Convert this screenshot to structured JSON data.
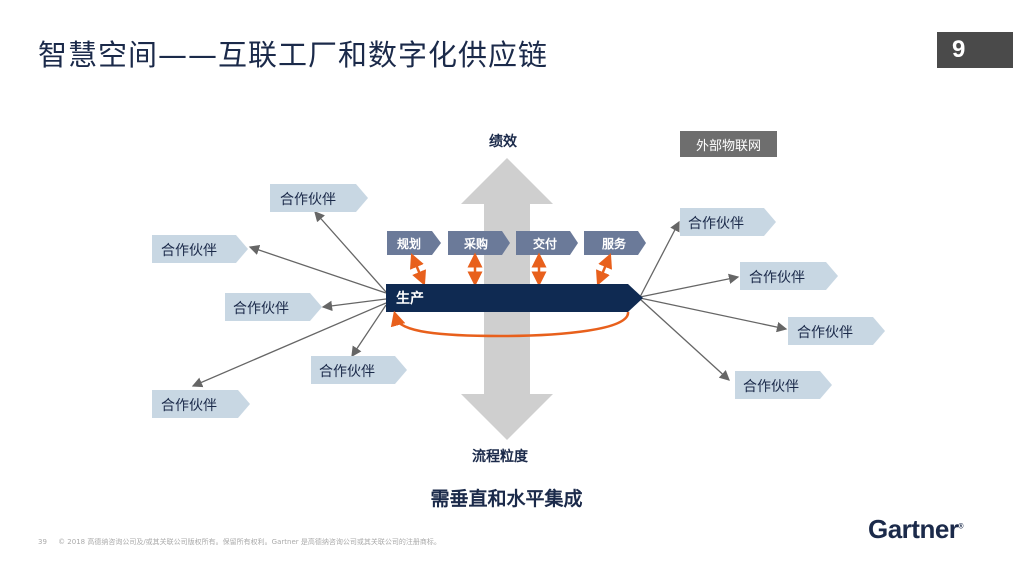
{
  "slide": {
    "title": "智慧空间——互联工厂和数字化供应链",
    "page_number": "9",
    "external_iot_label": "外部物联网",
    "axis_top": "绩效",
    "axis_bottom": "流程粒度",
    "conclusion": "需垂直和水平集成",
    "production_label": "生产",
    "process_steps": [
      "规划",
      "采购",
      "交付",
      "服务"
    ],
    "partners": [
      "合作伙伴",
      "合作伙伴",
      "合作伙伴",
      "合作伙伴",
      "合作伙伴",
      "合作伙伴",
      "合作伙伴",
      "合作伙伴",
      "合作伙伴"
    ],
    "footer_page": "39",
    "footer_text": "© 2018 高德纳咨询公司及/或其关联公司版权所有。保留所有权利。Gartner 是高德纳咨询公司或其关联公司的注册商标。",
    "logo": "Gartner"
  },
  "colors": {
    "navy": "#0f2a52",
    "step": "#6b7a99",
    "partner": "#c8d7e3",
    "orange": "#e8601c",
    "gray_arrow": "#cfcfcf"
  }
}
